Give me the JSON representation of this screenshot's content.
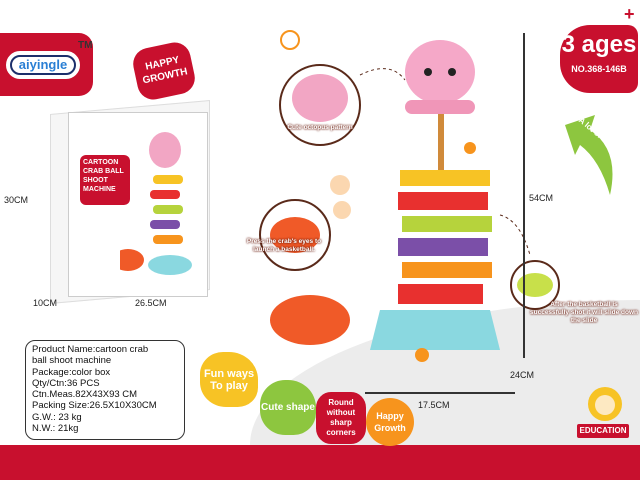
{
  "brand": {
    "name": "aiyingle",
    "tm": "TM"
  },
  "badge_happy_growth": "HAPPY GROWTH",
  "box": {
    "title": "CARTOON CRAB BALL SHOOT MACHINE",
    "height": "30CM",
    "depth": "10CM",
    "width": "26.5CM"
  },
  "info": {
    "lines": [
      "Product Name:cartoon crab",
      "ball shoot machine",
      "Package:color box",
      "Qty/Ctn:36 PCS",
      "Ctn.Meas.82X43X93 CM",
      "Packing Size:26.5X10X30CM",
      "G.W.:  23 kg",
      "N.W.:  21kg"
    ]
  },
  "age": {
    "value": "3 ages",
    "plus": "+",
    "item_no": "NO.368-146B"
  },
  "fun_arrow": "A lot of fun",
  "captions": {
    "octopus": "Cute octopus pattern",
    "crab": "Press the crab's eyes to launch a basketball.",
    "slide": "After the basketball is successfully shot it will slide down the slide"
  },
  "dims": {
    "height": "54CM",
    "width": "17.5CM",
    "depth": "24CM"
  },
  "features": [
    "Fun ways To play",
    "Cute shape",
    "Round without sharp corners",
    "Happy Growth"
  ],
  "education": "EDUCATION",
  "colors": {
    "brand_red": "#c8102e",
    "yellow": "#f7c325",
    "green": "#8dc63f",
    "orange": "#f7941d"
  }
}
